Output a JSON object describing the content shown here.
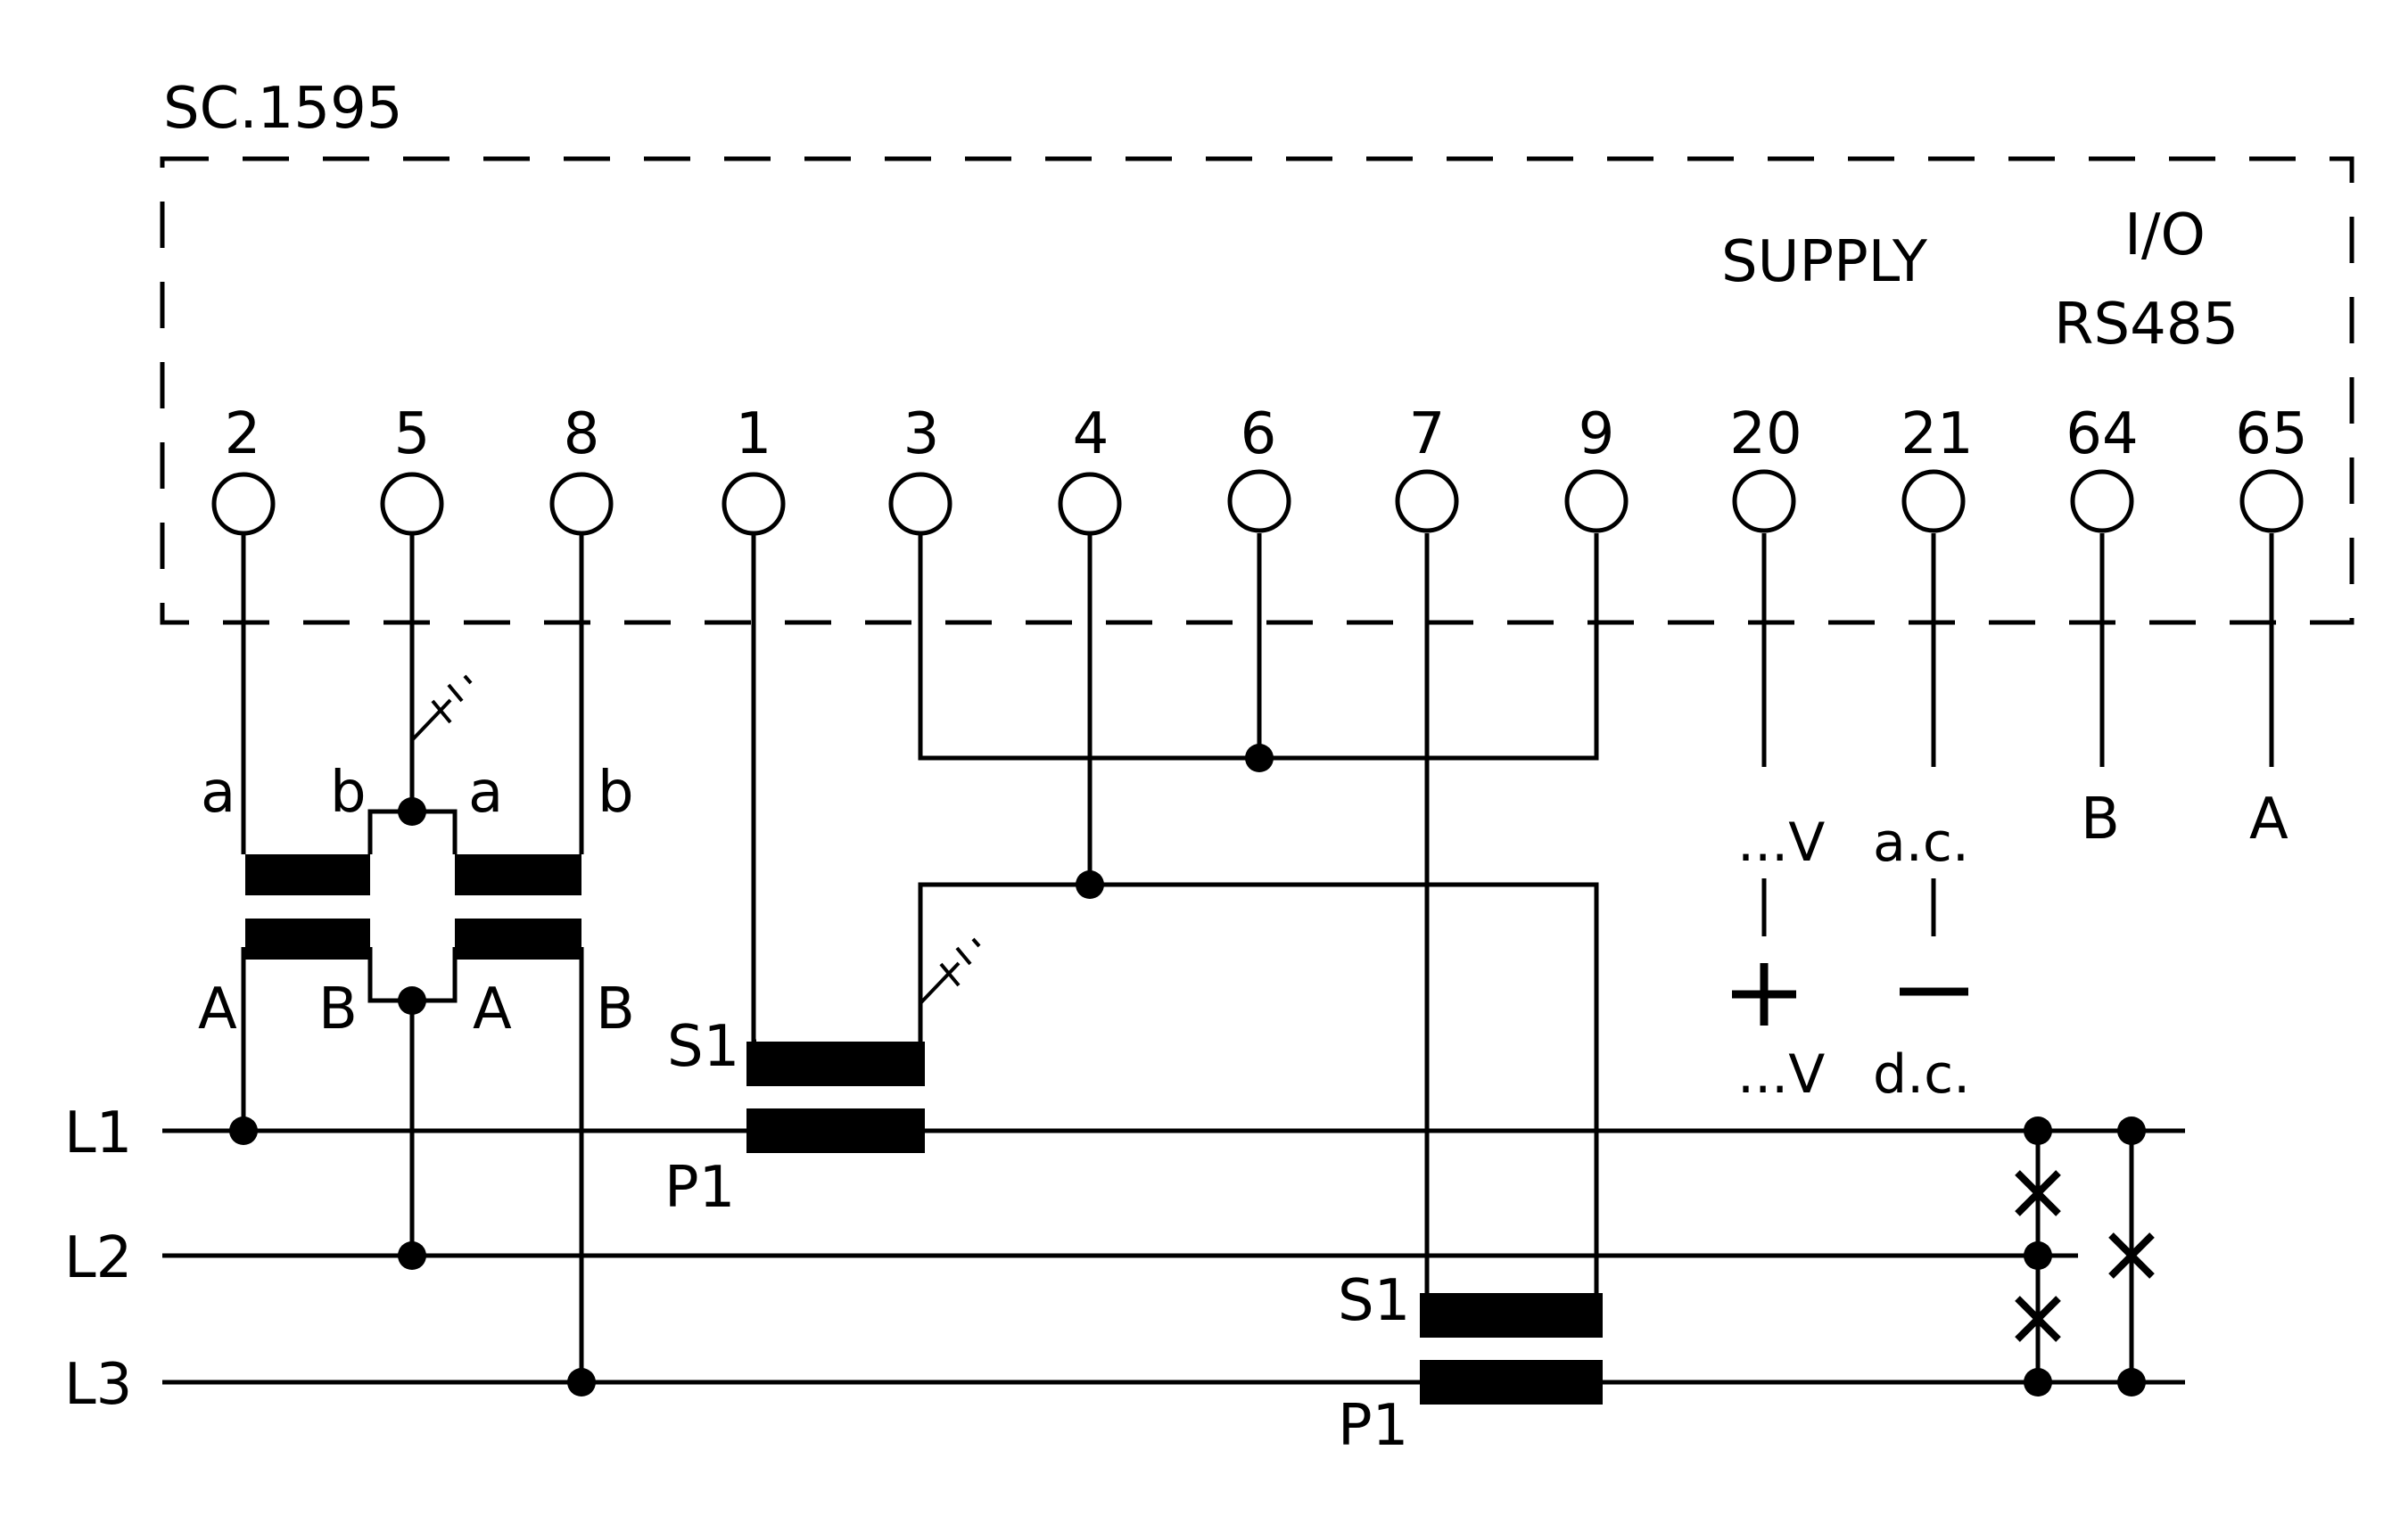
{
  "model": "SC.1595",
  "sections": {
    "supply": "SUPPLY",
    "io_line1": "I/O",
    "io_line2": "RS485"
  },
  "terminals": [
    "2",
    "5",
    "8",
    "1",
    "3",
    "4",
    "6",
    "7",
    "9",
    "20",
    "21",
    "64",
    "65"
  ],
  "vt_labels": {
    "sec_a1": "a",
    "sec_b1": "b",
    "sec_a2": "a",
    "sec_b2": "b",
    "pri_A1": "A",
    "pri_B1": "B",
    "pri_A2": "A",
    "pri_B2": "B"
  },
  "ct_labels": {
    "ct1_s1": "S1",
    "ct1_p1": "P1",
    "ct2_s1": "S1",
    "ct2_p1": "P1"
  },
  "supply_labels": {
    "ac_v": "...V",
    "ac": "a.c.",
    "plus": "+",
    "minus": "—",
    "dc_v": "...V",
    "dc": "d.c."
  },
  "io_labels": {
    "b": "B",
    "a": "A"
  },
  "lines": [
    "L1",
    "L2",
    "L3"
  ]
}
